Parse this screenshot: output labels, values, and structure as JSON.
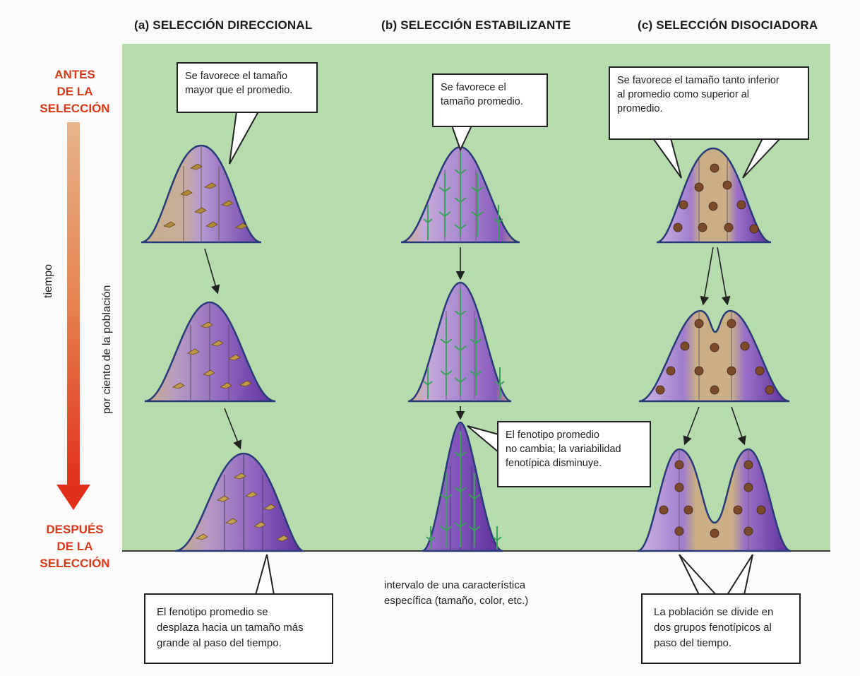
{
  "columns": {
    "a": {
      "title": "(a) SELECCIÓN DIRECCIONAL"
    },
    "b": {
      "title": "(b) SELECCIÓN ESTABILIZANTE"
    },
    "c": {
      "title": "(c) SELECCIÓN DISOCIADORA"
    }
  },
  "side": {
    "before_line1": "ANTES",
    "before_line2": "DE LA",
    "before_line3": "SELECCIÓN",
    "after_line1": "DESPUÉS",
    "after_line2": "DE LA",
    "after_line3": "SELECCIÓN",
    "time": "tiempo"
  },
  "axes": {
    "y_label": "por ciento de la población",
    "x_label_line1": "intervalo de una característica",
    "x_label_line2": "específica (tamaño, color, etc.)"
  },
  "callouts": {
    "a_top_line1": "Se favorece el tamaño",
    "a_top_line2": "mayor que el promedio.",
    "b_top_line1": "Se favorece el",
    "b_top_line2": "tamaño promedio.",
    "c_top_line1": "Se favorece el tamaño tanto inferior",
    "c_top_line2": "al promedio como superior al",
    "c_top_line3": "promedio.",
    "b_bottom_line1": "El fenotipo promedio",
    "b_bottom_line2": "no cambia; la variabilidad",
    "b_bottom_line3": "fenotípica disminuye.",
    "a_caption_line1": "El fenotipo promedio se",
    "a_caption_line2": "desplaza hacia un tamaño más",
    "a_caption_line3": "grande al paso del tiempo.",
    "c_caption_line1": "La población se divide en",
    "c_caption_line2": "dos grupos fenotípicos al",
    "c_caption_line3": "paso del tiempo."
  },
  "colors": {
    "panel_green": "#b6dcae",
    "tan": "#c9ae86",
    "light_purple": "#c6a8dc",
    "mid_purple": "#9e72c8",
    "dark_purple": "#6a3ea6",
    "outline": "#283a78",
    "red": "#d63a1a",
    "orange": "#e49a5a"
  }
}
